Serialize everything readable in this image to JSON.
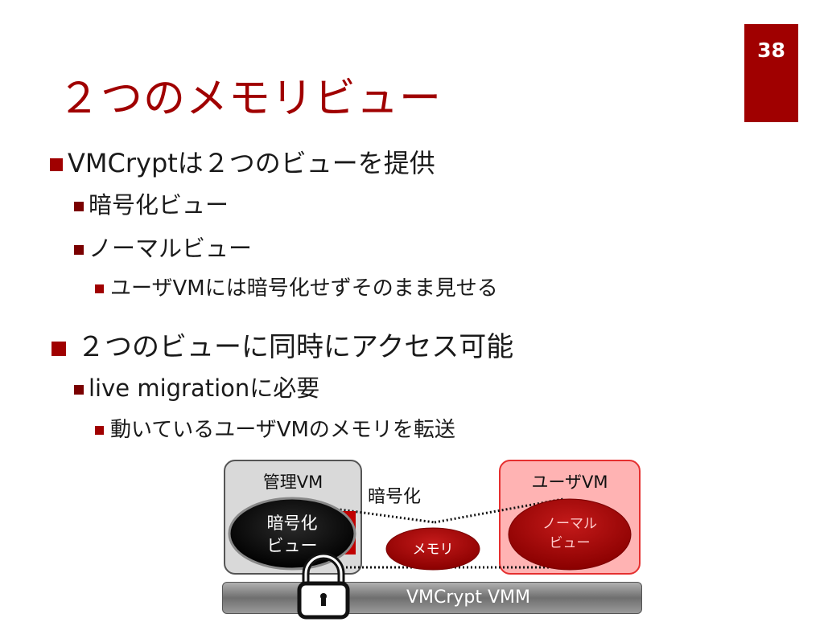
{
  "slide_number": "38",
  "title": "２つのメモリビュー",
  "bullets": {
    "b1": "VMCryptは２つのビューを提供",
    "b1_1": "暗号化ビュー",
    "b1_2": "ノーマルビュー",
    "b1_2_1": "ユーザVMには暗号化せずそのまま見せる",
    "b2": "２つのビューに同時にアクセス可能",
    "b2_1": "live migrationに必要",
    "b2_1_1": "動いているユーザVMのメモリを転送"
  },
  "diagram": {
    "admin_vm_label": "管理VM",
    "user_vm_label": "ユーザVM",
    "encrypted_label": "暗号化",
    "encrypted_view_line1": "暗号化",
    "encrypted_view_line2": "ビュー",
    "memory_label": "メモリ",
    "normal_view_line1": "ノーマル",
    "normal_view_line2": "ビュー",
    "vmm_label": "VMCrypt VMM"
  },
  "colors": {
    "accent": "#a00000",
    "user_box": "#ffb3b3"
  }
}
